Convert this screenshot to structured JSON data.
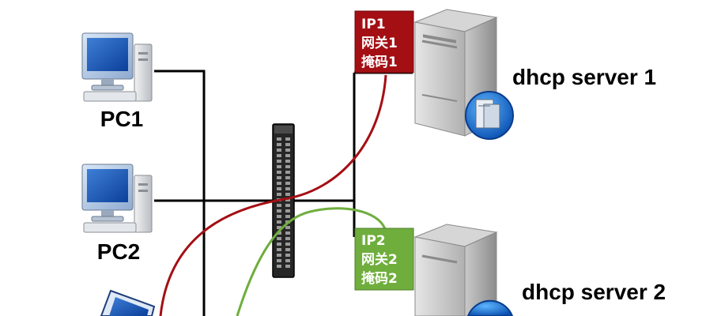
{
  "pcs": [
    {
      "label": "PC1"
    },
    {
      "label": "PC2"
    }
  ],
  "servers": [
    {
      "label": "dhcp server 1",
      "config": [
        "IP1",
        "网关1",
        "掩码1"
      ],
      "color": "#a40f14"
    },
    {
      "label": "dhcp server 2",
      "config": [
        "IP2",
        "网关2",
        "掩码2"
      ],
      "color": "#6fae3d"
    }
  ],
  "colors": {
    "wire": "#000000",
    "path1": "#a40f14",
    "path2": "#6fae3d",
    "switch": "#2a2a2a"
  },
  "icons": [
    "desktop-pc-icon",
    "network-switch-icon",
    "server-tower-icon",
    "laptop-icon"
  ]
}
